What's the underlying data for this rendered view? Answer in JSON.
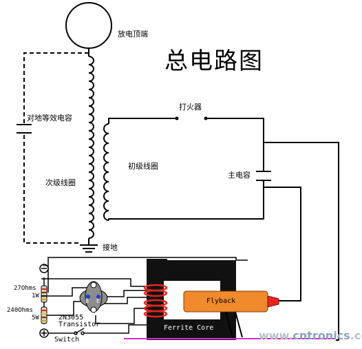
{
  "title": "总电路图",
  "labels": {
    "top_terminal": "放电顶端",
    "ground_capacitance": "对地等效电容",
    "secondary_coil": "次级线圈",
    "ground": "接地",
    "spark_gap": "打火器",
    "primary_coil": "初级线圈",
    "main_capacitor": "主电容"
  },
  "driver": {
    "minus_symbol": "−",
    "plus_symbol": "+",
    "resistor1_label": "27Ohms",
    "resistor1_power": "1W",
    "resistor2_label": "240Ohms",
    "resistor2_power": "5W",
    "transistor_model": "2N3055",
    "transistor_word": "Transistor",
    "pin_b": "B",
    "pin_e": "E",
    "switch_label": "Switch"
  },
  "transformer": {
    "flyback_label": "Flyback",
    "core_label": "Ferrite Core"
  },
  "watermark": {
    "text_a": "www.",
    "text_b": "cntronics",
    "text_c": ".com"
  },
  "colors": {
    "wire": "#000000",
    "coil_red": "#e8261e",
    "flyback_orange": "#f08a2c",
    "magenta_wire": "#d42ad4",
    "core_black": "#111111",
    "transistor_gray": "#8c8c8c",
    "pin_blue": "#1e3fc8"
  }
}
